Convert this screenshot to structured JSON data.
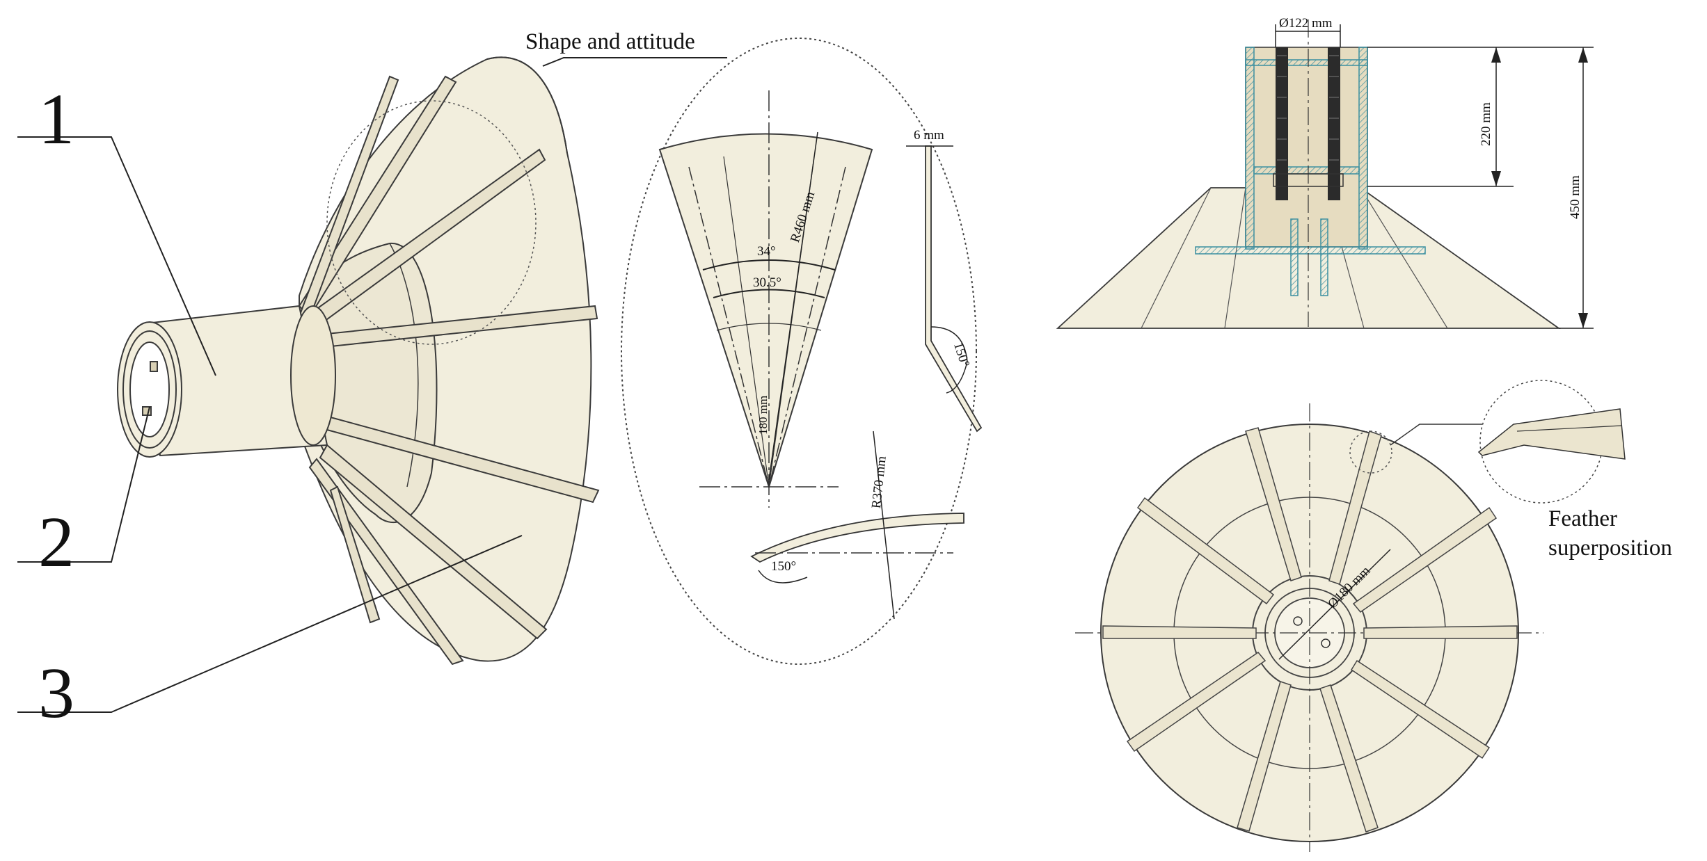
{
  "callouts": {
    "part_1": "1",
    "part_2": "2",
    "part_3": "3"
  },
  "captions": {
    "shape_and_attitude": "Shape and attitude",
    "feather_superposition_line1": "Feather",
    "feather_superposition_line2": "superposition"
  },
  "blade_detail": {
    "radius_outer": "R460 mm",
    "angle_34": "34°",
    "angle_30_5": "30.5°",
    "length_180": "180 mm",
    "radius_370": "R370 mm",
    "angle_150_bottom": "150°",
    "thickness_6": "6 mm",
    "angle_150_side": "150°"
  },
  "section_view": {
    "diameter_122": "Ø122 mm",
    "height_220": "220 mm",
    "height_450": "450 mm"
  },
  "top_view": {
    "diameter_180": "Ø180 mm"
  },
  "colors": {
    "fill": "#f2eedd",
    "stroke": "#3a3a3a",
    "section_blue": "#5bc8d6",
    "bolt": "#2b2b2b",
    "hub_fill": "#e6dcc0"
  }
}
